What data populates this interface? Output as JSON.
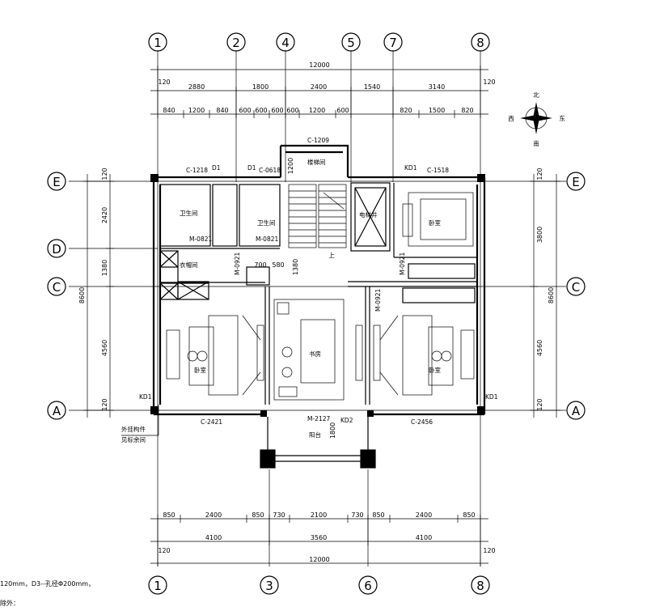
{
  "axes": {
    "top": [
      "1",
      "2",
      "4",
      "5",
      "7",
      "8"
    ],
    "bottom": [
      "1",
      "3",
      "6",
      "8"
    ],
    "left": [
      "E",
      "D",
      "C",
      "A"
    ],
    "right": [
      "E",
      "C",
      "A"
    ]
  },
  "dimensions": {
    "top_total": "12000",
    "top_edge": "120",
    "top_row1": [
      "2880",
      "1800",
      "2400",
      "1540",
      "3140"
    ],
    "top_row2": [
      "840",
      "1200",
      "840",
      "600",
      "600",
      "600",
      "600",
      "1200",
      "600",
      "820",
      "1500",
      "820"
    ],
    "bottom_row1": [
      "850",
      "2400",
      "850",
      "730",
      "2100",
      "730",
      "850",
      "2400",
      "850"
    ],
    "bottom_row2": [
      "4100",
      "3560",
      "4100"
    ],
    "bottom_total": "12000",
    "bottom_edge": "120",
    "left_total": "8600",
    "left_parts": [
      "120",
      "2420",
      "1380",
      "4560",
      "120"
    ],
    "right_total": "8600",
    "right_parts": [
      "120",
      "3800",
      "4560",
      "120"
    ],
    "stair_width": "1200",
    "stair_misc": [
      "700",
      "580",
      "1380",
      "1800"
    ]
  },
  "labels": {
    "windows": [
      "C-1218",
      "C-0618",
      "C-1209",
      "C-1518",
      "C-2421",
      "C-2456"
    ],
    "doors": [
      "M-0821",
      "M-0821",
      "M-0921",
      "M-0921",
      "M-0921",
      "M-2127"
    ],
    "holes": [
      "D1",
      "D1",
      "KD1",
      "KD1",
      "KD1",
      "KD2"
    ],
    "rooms": [
      "卫生间",
      "卫生间",
      "衣帽间",
      "电梯井",
      "卧室",
      "卧室",
      "卧室",
      "书房",
      "阳台",
      "楼梯间"
    ],
    "stair_up": "上",
    "ext_note_1": "外挂构件",
    "ext_note_2": "见标余间"
  },
  "compass": {
    "north": "北",
    "south": "南",
    "east": "东",
    "west": "西"
  },
  "notes": {
    "line1": "120mm，D3--孔径Φ200mm，",
    "line2": "除外："
  }
}
